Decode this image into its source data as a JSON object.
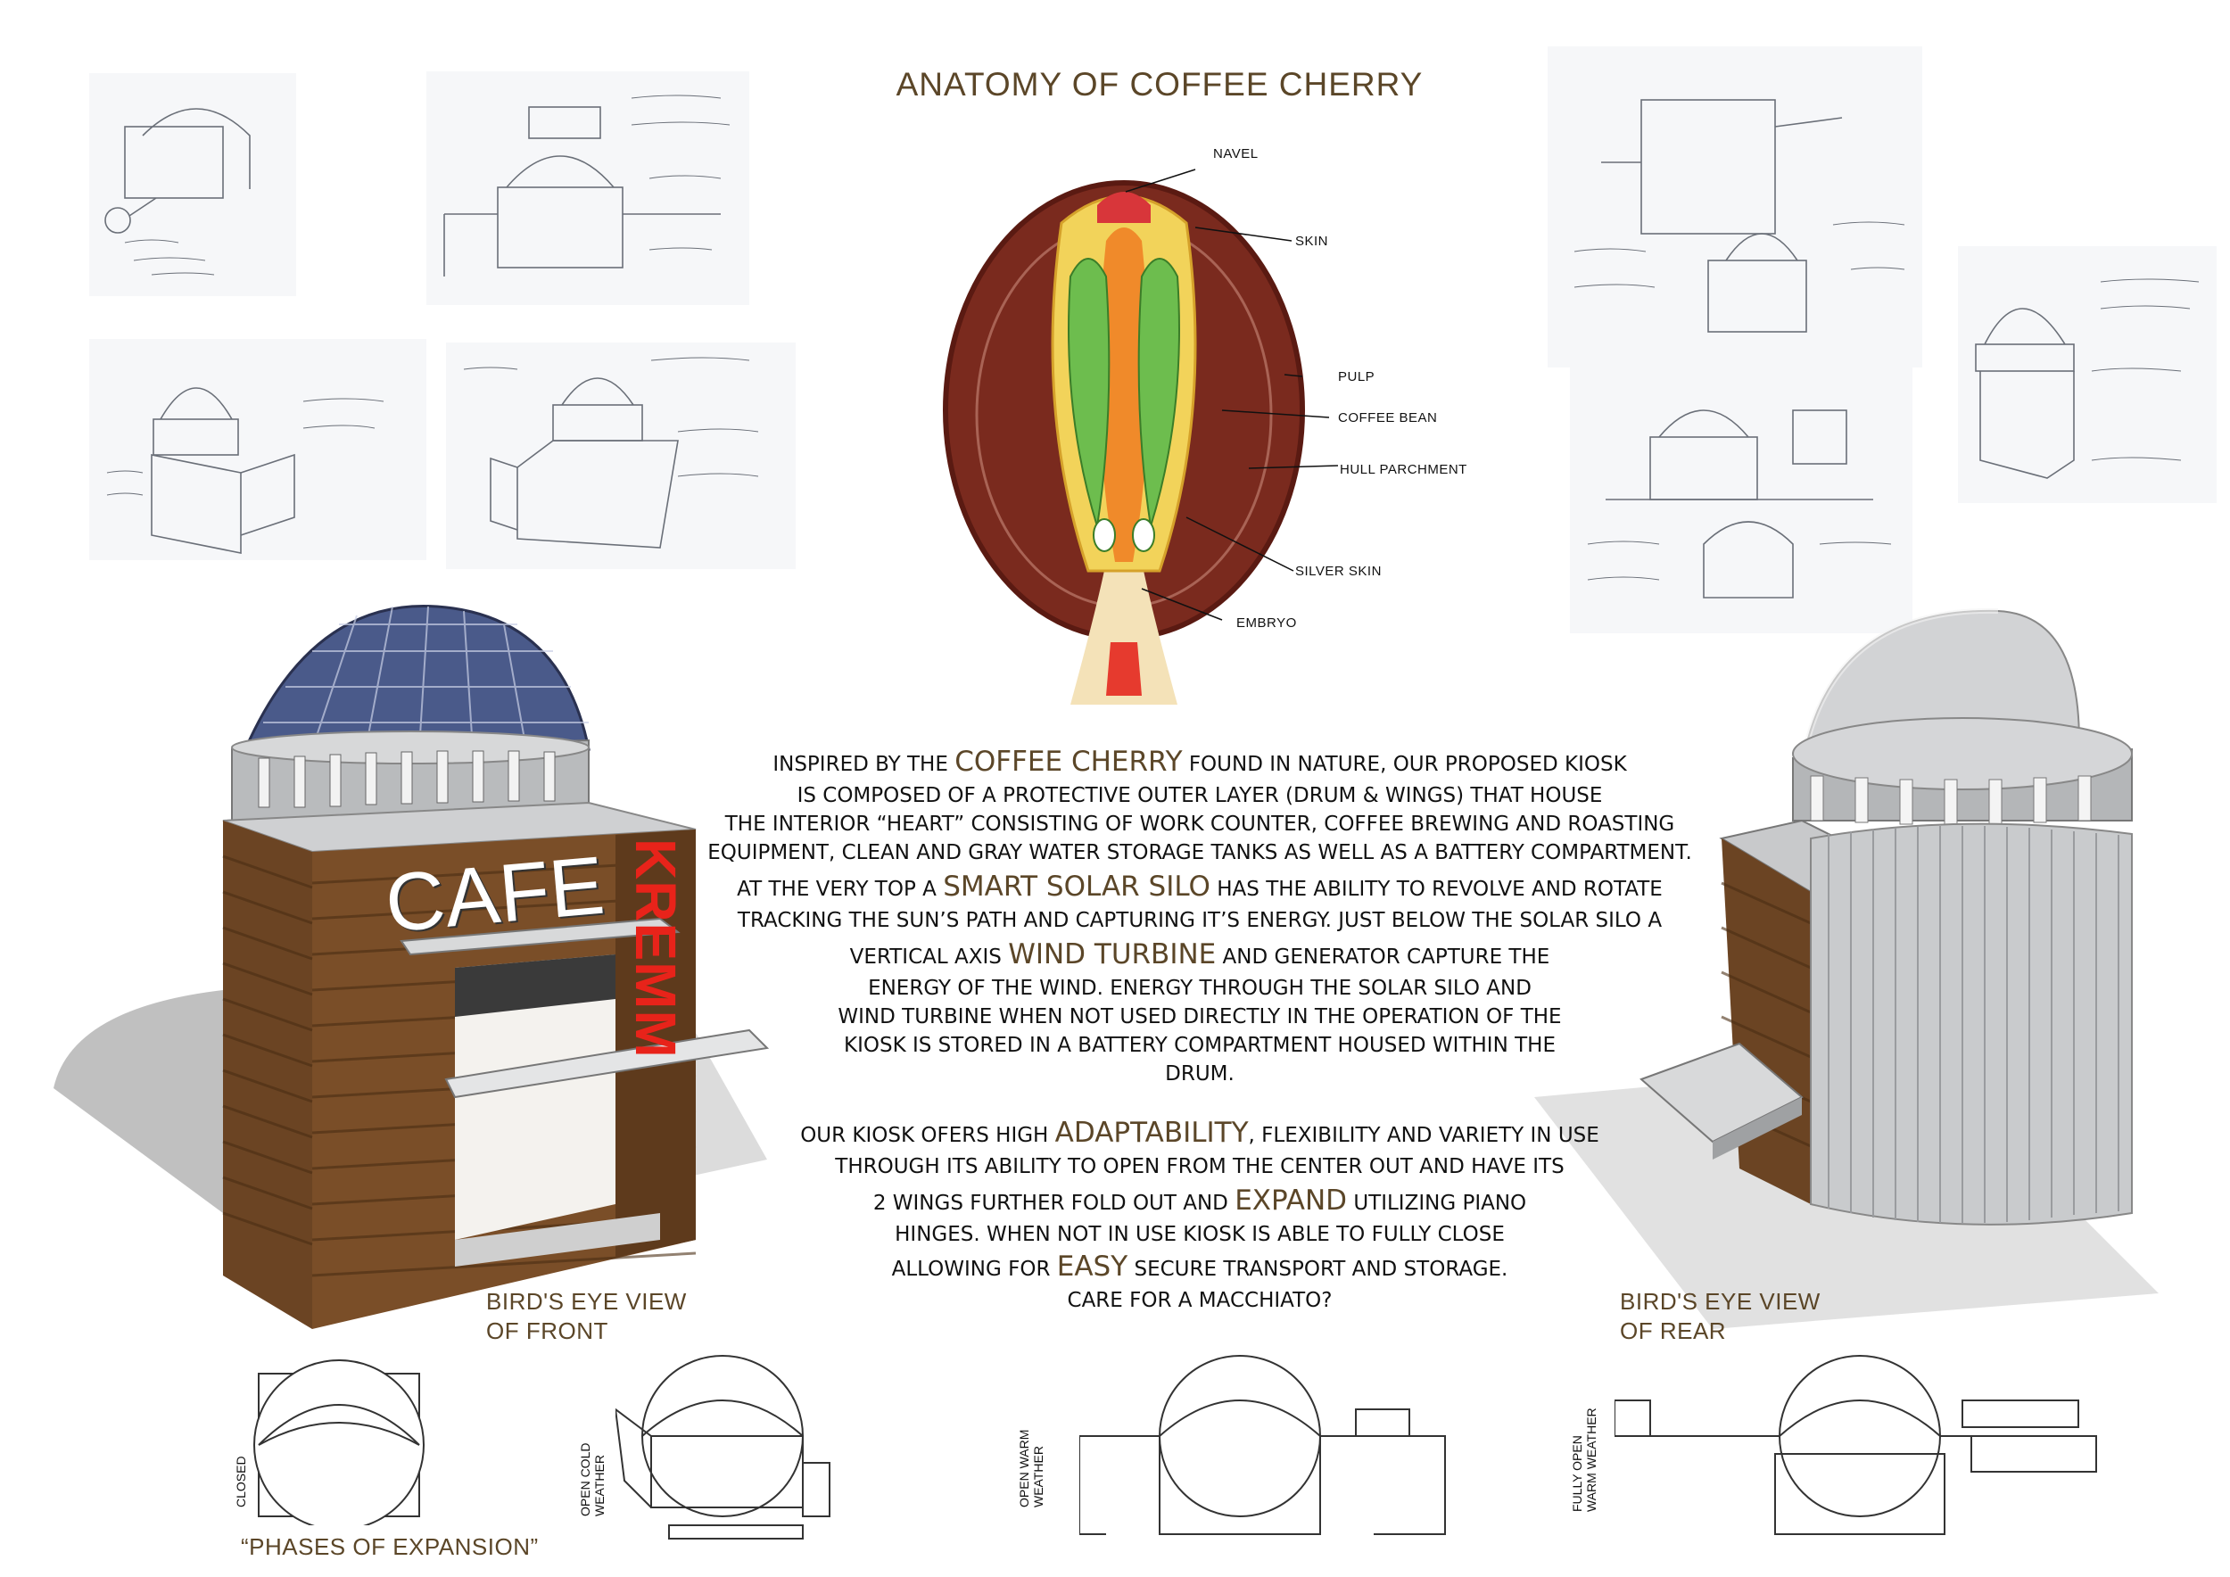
{
  "diagram": {
    "title": "ANATOMY OF COFFEE CHERRY",
    "labels": {
      "navel": "NAVEL",
      "skin": "SKIN",
      "pulp": "PULP",
      "bean": "COFFEE BEAN",
      "hull": "HULL PARCHMENT",
      "silver": "SILVER SKIN",
      "embryo": "EMBRYO"
    }
  },
  "kiosk_front": {
    "cafe": "CAFE",
    "brand": "KREMM",
    "caption_line1": "BIRD'S EYE VIEW",
    "caption_line2": "OF FRONT"
  },
  "kiosk_rear": {
    "caption_line1": "BIRD'S EYE VIEW",
    "caption_line2": "OF REAR"
  },
  "description": {
    "p1": {
      "l1_pre": "INSPIRED BY THE ",
      "l1_hl": "COFFEE CHERRY",
      "l1_post": " FOUND IN NATURE, OUR PROPOSED KIOSK",
      "l2": "IS COMPOSED OF A PROTECTIVE OUTER LAYER (DRUM & WINGS) THAT HOUSE",
      "l3": "THE INTERIOR “HEART” CONSISTING OF WORK COUNTER, COFFEE BREWING AND ROASTING",
      "l4": "EQUIPMENT, CLEAN AND GRAY WATER STORAGE TANKS AS WELL AS A BATTERY COMPARTMENT."
    },
    "p2": {
      "l1_pre": "AT THE VERY TOP A ",
      "l1_hl": "SMART SOLAR SILO",
      "l1_post": " HAS THE ABILITY TO REVOLVE AND ROTATE",
      "l2": "TRACKING THE SUN’S PATH AND CAPTURING IT’S ENERGY. JUST BELOW THE SOLAR SILO A",
      "l3_pre": "VERTICAL AXIS ",
      "l3_hl": "WIND TURBINE",
      "l3_post": " AND GENERATOR CAPTURE THE",
      "l4": "ENERGY OF THE WIND. ENERGY THROUGH THE SOLAR SILO AND",
      "l5": "WIND TURBINE WHEN NOT USED DIRECTLY IN THE OPERATION OF THE",
      "l6": "KIOSK IS STORED IN A BATTERY COMPARTMENT HOUSED WITHIN THE",
      "l7": "DRUM."
    },
    "p3": {
      "l1_pre": "OUR KIOSK OFERS HIGH ",
      "l1_hl": "ADAPTABILITY",
      "l1_post": ", FLEXIBILITY AND VARIETY IN USE",
      "l2": "THROUGH ITS ABILITY TO OPEN FROM THE CENTER OUT AND HAVE ITS",
      "l3_pre": "2 WINGS FURTHER FOLD OUT AND ",
      "l3_hl": "EXPAND",
      "l3_post": " UTILIZING PIANO",
      "l4": "HINGES. WHEN NOT IN USE KIOSK IS ABLE TO FULLY CLOSE",
      "l5_pre": "ALLOWING FOR ",
      "l5_hl": "EASY",
      "l5_post": " SECURE TRANSPORT AND STORAGE.",
      "l6": "CARE FOR A MACCHIATO?"
    }
  },
  "phases": {
    "caption": "“PHASES OF EXPANSION”",
    "closed": "CLOSED",
    "open_cold_1": "OPEN COLD",
    "open_cold_2": "WEATHER",
    "open_warm_1": "OPEN WARM",
    "open_warm_2": "WEATHER",
    "fully_open_1": "FULLY OPEN",
    "fully_open_2": "WARM WEATHER"
  },
  "colors": {
    "accent_brown": "#5b4628",
    "wood": "#6b4423",
    "brand_red": "#e8231a",
    "cherry_red": "#7a2a1e",
    "solar_blue": "#4a5a8a",
    "steel": "#c9cbcd"
  }
}
